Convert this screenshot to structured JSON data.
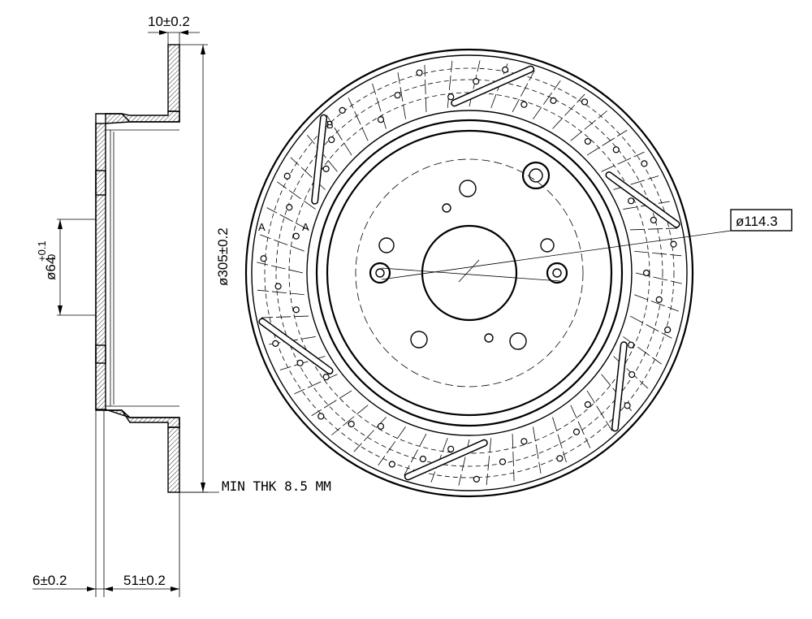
{
  "dimensions": {
    "thickness": "10±0.2",
    "outer_diameter": "ø305±0.2",
    "center_bore": "ø64",
    "bore_tol_upper": "+0.1",
    "bore_tol_lower": "0",
    "pcd": "ø114.3",
    "offset": "6±0.2",
    "height": "51±0.2"
  },
  "notes": {
    "min_thickness": "MIN THK 8.5 MM",
    "section_mark_a1": "A",
    "section_mark_a2": "A",
    "section_mark_b": "B"
  }
}
